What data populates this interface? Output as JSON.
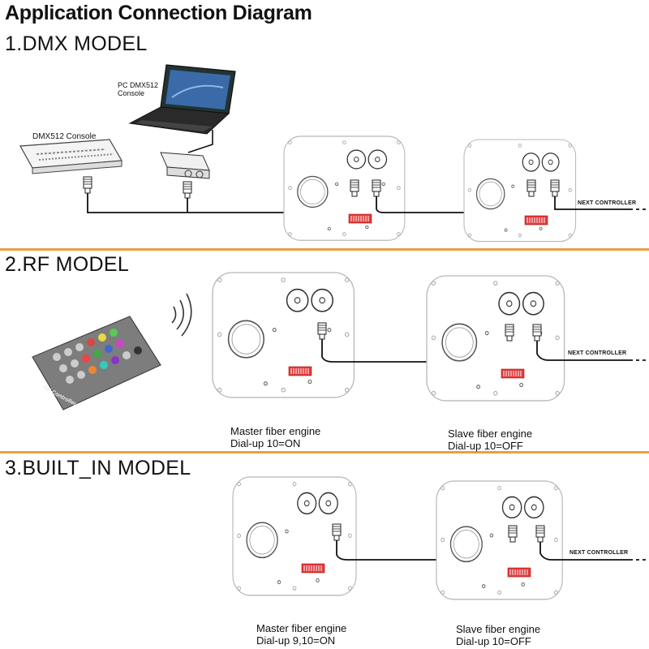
{
  "title": "Application Connection Diagram",
  "sections": [
    {
      "heading": "1.DMX MODEL",
      "console_label": "DMX512 Console",
      "pc_label_line1": "PC  DMX512",
      "pc_label_line2": "Console",
      "next_controller": "NEXT CONTROLLER"
    },
    {
      "heading": "2.RF MODEL",
      "remote_label": "RF Controller",
      "master_line1": "Master fiber engine",
      "master_line2": "Dial-up  10=ON",
      "slave_line1": "Slave fiber engine",
      "slave_line2": "Dial-up  10=OFF",
      "next_controller": "NEXT CONTROLLER"
    },
    {
      "heading": "3.BUILT_IN MODEL",
      "master_line1": "Master fiber engine",
      "master_line2": "Dial-up  9,10=ON",
      "slave_line1": "Slave fiber engine",
      "slave_line2": "Dial-up  10=OFF",
      "next_controller": "NEXT CONTROLLER"
    }
  ],
  "colors": {
    "divider": "#e8a040",
    "dip_switch": "#e23a3a",
    "cable": "#111111",
    "panel_outline": "#b8b8b8"
  }
}
